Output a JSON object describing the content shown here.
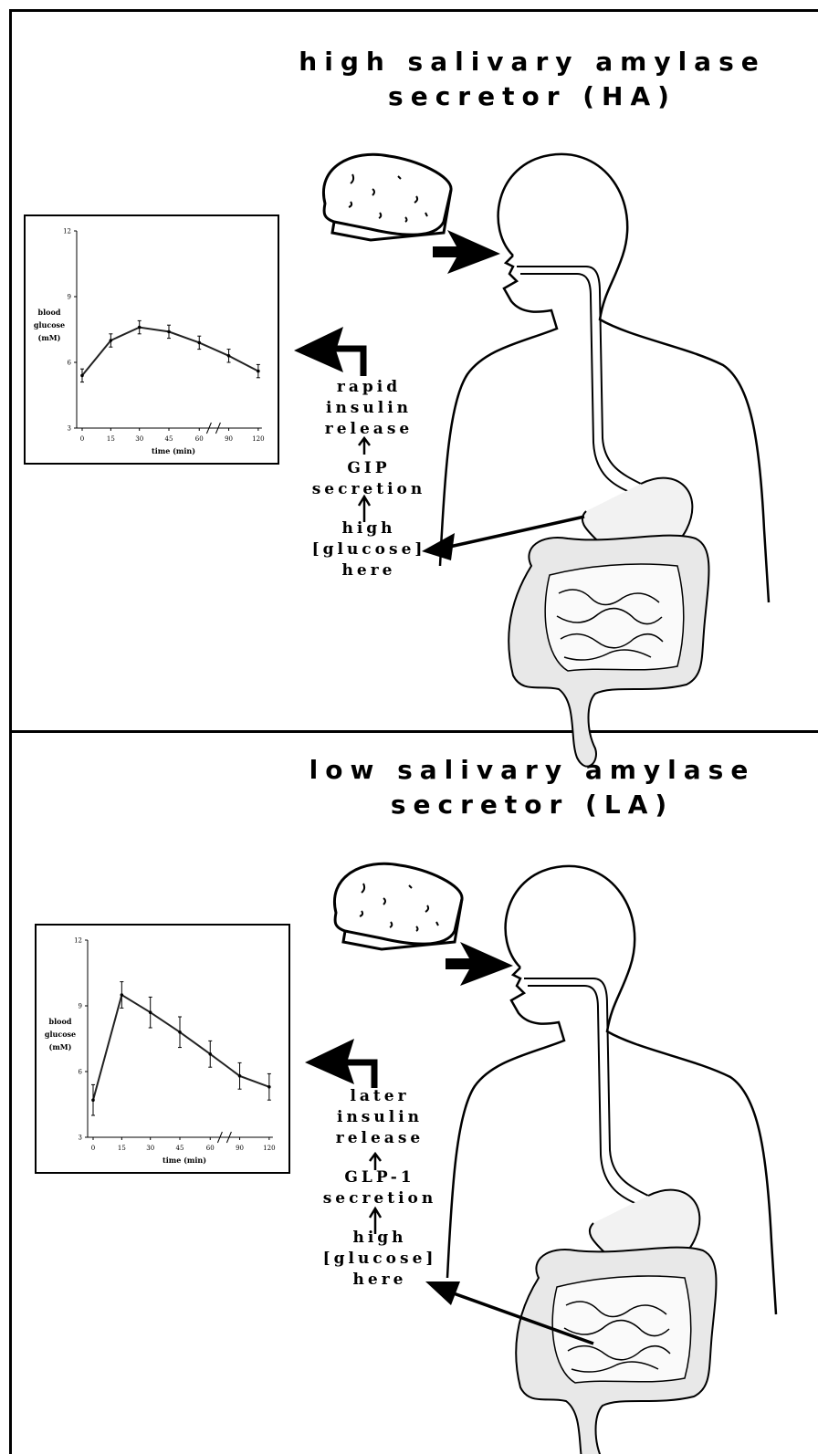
{
  "panels": [
    {
      "title_line1": "high salivary amylase",
      "title_line2": "secretor (HA)",
      "labels": {
        "insulin_l1": "rapid",
        "insulin_l2": "insulin",
        "insulin_l3": "release",
        "hormone_l1": "GIP",
        "hormone_l2": "secretion",
        "glucose_l1": "high",
        "glucose_l2": "[glucose]",
        "glucose_l3": "here"
      }
    },
    {
      "title_line1": "low salivary amylase",
      "title_line2": "secretor (LA)",
      "labels": {
        "insulin_l1": "later",
        "insulin_l2": "insulin",
        "insulin_l3": "release",
        "hormone_l1": "GLP-1",
        "hormone_l2": "secretion",
        "glucose_l1": "high",
        "glucose_l2": "[glucose]",
        "glucose_l3": "here"
      }
    }
  ],
  "chart_data": [
    {
      "type": "line",
      "x": [
        0,
        15,
        30,
        45,
        60,
        90,
        120
      ],
      "x_tick_labels": [
        "0",
        "15",
        "30",
        "45",
        "60",
        "90",
        "120"
      ],
      "y_tick_labels": [
        "3",
        "6",
        "9",
        "12"
      ],
      "ylim": [
        3,
        12
      ],
      "ylabel_l1": "blood",
      "ylabel_l2": "glucose",
      "ylabel_l3": "(mM)",
      "xlabel": "time (min)",
      "axis_break": true,
      "series": [
        {
          "values": [
            5.4,
            7.0,
            7.6,
            7.4,
            6.9,
            6.3,
            5.6
          ],
          "errors": [
            0.3,
            0.3,
            0.3,
            0.3,
            0.3,
            0.3,
            0.3
          ]
        }
      ]
    },
    {
      "type": "line",
      "x": [
        0,
        15,
        30,
        45,
        60,
        90,
        120
      ],
      "x_tick_labels": [
        "0",
        "15",
        "30",
        "45",
        "60",
        "90",
        "120"
      ],
      "y_tick_labels": [
        "3",
        "6",
        "9",
        "12"
      ],
      "ylim": [
        3,
        12
      ],
      "ylabel_l1": "blood",
      "ylabel_l2": "glucose",
      "ylabel_l3": "(mM)",
      "xlabel": "time (min)",
      "axis_break": true,
      "series": [
        {
          "values": [
            4.7,
            9.5,
            8.7,
            7.8,
            6.8,
            5.8,
            5.3
          ],
          "errors": [
            0.7,
            0.6,
            0.7,
            0.7,
            0.6,
            0.6,
            0.6
          ]
        }
      ]
    }
  ]
}
